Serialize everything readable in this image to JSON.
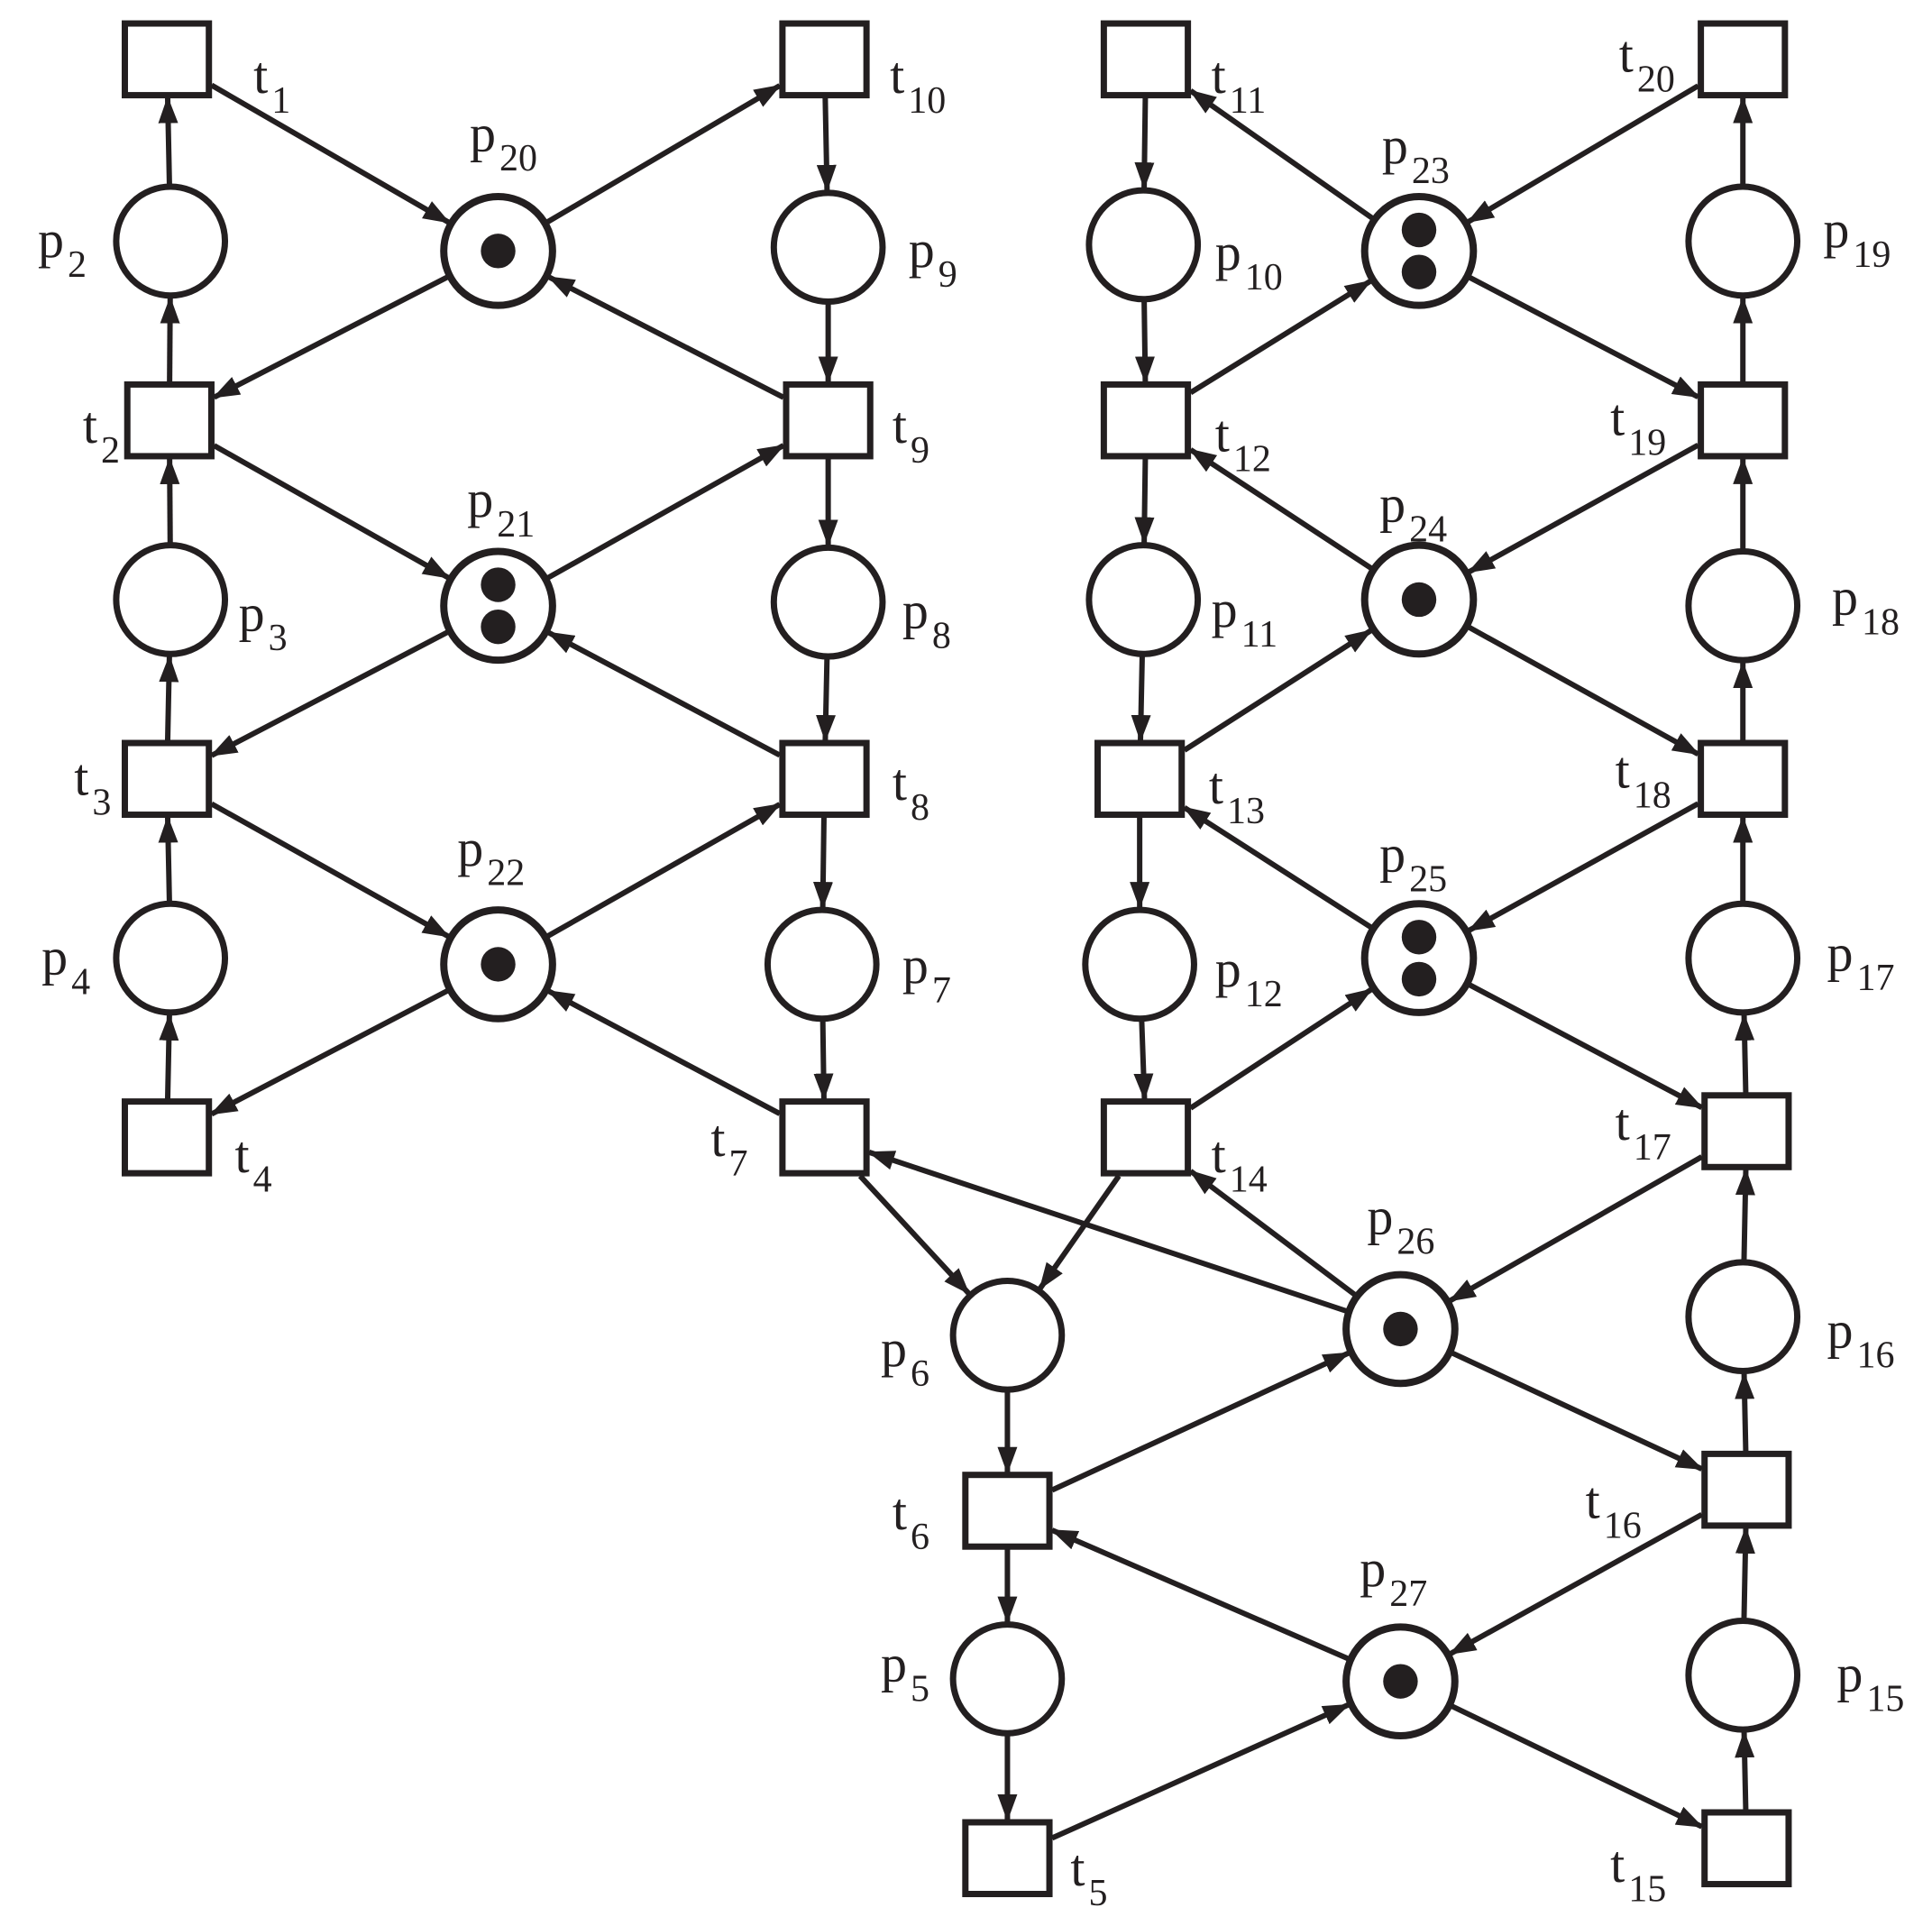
{
  "colors": {
    "ink": "#231f20",
    "background": "#ffffff"
  },
  "places": [
    {
      "id": "p2",
      "base": "p",
      "sub": "2",
      "tokens": 0
    },
    {
      "id": "p3",
      "base": "p",
      "sub": "3",
      "tokens": 0
    },
    {
      "id": "p4",
      "base": "p",
      "sub": "4",
      "tokens": 0
    },
    {
      "id": "p5",
      "base": "p",
      "sub": "5",
      "tokens": 0
    },
    {
      "id": "p6",
      "base": "p",
      "sub": "6",
      "tokens": 0
    },
    {
      "id": "p7",
      "base": "p",
      "sub": "7",
      "tokens": 0
    },
    {
      "id": "p8",
      "base": "p",
      "sub": "8",
      "tokens": 0
    },
    {
      "id": "p9",
      "base": "p",
      "sub": "9",
      "tokens": 0
    },
    {
      "id": "p10",
      "base": "p",
      "sub": "10",
      "tokens": 0
    },
    {
      "id": "p11",
      "base": "p",
      "sub": "11",
      "tokens": 0
    },
    {
      "id": "p12",
      "base": "p",
      "sub": "12",
      "tokens": 0
    },
    {
      "id": "p15",
      "base": "p",
      "sub": "15",
      "tokens": 0
    },
    {
      "id": "p16",
      "base": "p",
      "sub": "16",
      "tokens": 0
    },
    {
      "id": "p17",
      "base": "p",
      "sub": "17",
      "tokens": 0
    },
    {
      "id": "p18",
      "base": "p",
      "sub": "18",
      "tokens": 0
    },
    {
      "id": "p19",
      "base": "p",
      "sub": "19",
      "tokens": 0
    },
    {
      "id": "p20",
      "base": "p",
      "sub": "20",
      "tokens": 1
    },
    {
      "id": "p21",
      "base": "p",
      "sub": "21",
      "tokens": 2
    },
    {
      "id": "p22",
      "base": "p",
      "sub": "22",
      "tokens": 1
    },
    {
      "id": "p23",
      "base": "p",
      "sub": "23",
      "tokens": 2
    },
    {
      "id": "p24",
      "base": "p",
      "sub": "24",
      "tokens": 1
    },
    {
      "id": "p25",
      "base": "p",
      "sub": "25",
      "tokens": 2
    },
    {
      "id": "p26",
      "base": "p",
      "sub": "26",
      "tokens": 1
    },
    {
      "id": "p27",
      "base": "p",
      "sub": "27",
      "tokens": 1
    }
  ],
  "transitions": [
    {
      "id": "t1",
      "base": "t",
      "sub": "1"
    },
    {
      "id": "t2",
      "base": "t",
      "sub": "2"
    },
    {
      "id": "t3",
      "base": "t",
      "sub": "3"
    },
    {
      "id": "t4",
      "base": "t",
      "sub": "4"
    },
    {
      "id": "t5",
      "base": "t",
      "sub": "5"
    },
    {
      "id": "t6",
      "base": "t",
      "sub": "6"
    },
    {
      "id": "t7",
      "base": "t",
      "sub": "7"
    },
    {
      "id": "t8",
      "base": "t",
      "sub": "8"
    },
    {
      "id": "t9",
      "base": "t",
      "sub": "9"
    },
    {
      "id": "t10",
      "base": "t",
      "sub": "10"
    },
    {
      "id": "t11",
      "base": "t",
      "sub": "11"
    },
    {
      "id": "t12",
      "base": "t",
      "sub": "12"
    },
    {
      "id": "t13",
      "base": "t",
      "sub": "13"
    },
    {
      "id": "t14",
      "base": "t",
      "sub": "14"
    },
    {
      "id": "t15",
      "base": "t",
      "sub": "15"
    },
    {
      "id": "t16",
      "base": "t",
      "sub": "16"
    },
    {
      "id": "t17",
      "base": "t",
      "sub": "17"
    },
    {
      "id": "t18",
      "base": "t",
      "sub": "18"
    },
    {
      "id": "t19",
      "base": "t",
      "sub": "19"
    },
    {
      "id": "t20",
      "base": "t",
      "sub": "20"
    }
  ],
  "arcs": [
    [
      "t4",
      "p4"
    ],
    [
      "p4",
      "t3"
    ],
    [
      "t3",
      "p3"
    ],
    [
      "p3",
      "t2"
    ],
    [
      "t2",
      "p2"
    ],
    [
      "p2",
      "t1"
    ],
    [
      "t1",
      "p20"
    ],
    [
      "p20",
      "t2"
    ],
    [
      "t2",
      "p21"
    ],
    [
      "p21",
      "t3"
    ],
    [
      "t3",
      "p22"
    ],
    [
      "p22",
      "t4"
    ],
    [
      "t10",
      "p9"
    ],
    [
      "p9",
      "t9"
    ],
    [
      "t9",
      "p8"
    ],
    [
      "p8",
      "t8"
    ],
    [
      "t8",
      "p7"
    ],
    [
      "p7",
      "t7"
    ],
    [
      "p20",
      "t10"
    ],
    [
      "t9",
      "p20"
    ],
    [
      "p21",
      "t9"
    ],
    [
      "t8",
      "p21"
    ],
    [
      "p22",
      "t8"
    ],
    [
      "t7",
      "p22"
    ],
    [
      "t7",
      "p6"
    ],
    [
      "p6",
      "t6"
    ],
    [
      "t6",
      "p5"
    ],
    [
      "p5",
      "t5"
    ],
    [
      "t5",
      "p27"
    ],
    [
      "p27",
      "t6"
    ],
    [
      "t6",
      "p26"
    ],
    [
      "p26",
      "t7"
    ],
    [
      "t11",
      "p10"
    ],
    [
      "p10",
      "t12"
    ],
    [
      "t12",
      "p11"
    ],
    [
      "p11",
      "t13"
    ],
    [
      "t13",
      "p12"
    ],
    [
      "p12",
      "t14"
    ],
    [
      "t14",
      "p6"
    ],
    [
      "p23",
      "t11"
    ],
    [
      "t12",
      "p23"
    ],
    [
      "p24",
      "t12"
    ],
    [
      "t13",
      "p24"
    ],
    [
      "p25",
      "t13"
    ],
    [
      "t14",
      "p25"
    ],
    [
      "p26",
      "t14"
    ],
    [
      "t15",
      "p15"
    ],
    [
      "p15",
      "t16"
    ],
    [
      "t16",
      "p16"
    ],
    [
      "p16",
      "t17"
    ],
    [
      "t17",
      "p17"
    ],
    [
      "p17",
      "t18"
    ],
    [
      "t18",
      "p18"
    ],
    [
      "p18",
      "t19"
    ],
    [
      "t19",
      "p19"
    ],
    [
      "p19",
      "t20"
    ],
    [
      "t20",
      "p23"
    ],
    [
      "p23",
      "t19"
    ],
    [
      "t19",
      "p24"
    ],
    [
      "p24",
      "t18"
    ],
    [
      "t18",
      "p25"
    ],
    [
      "p25",
      "t17"
    ],
    [
      "t17",
      "p26"
    ],
    [
      "p26",
      "t16"
    ],
    [
      "t16",
      "p27"
    ],
    [
      "p27",
      "t15"
    ]
  ]
}
